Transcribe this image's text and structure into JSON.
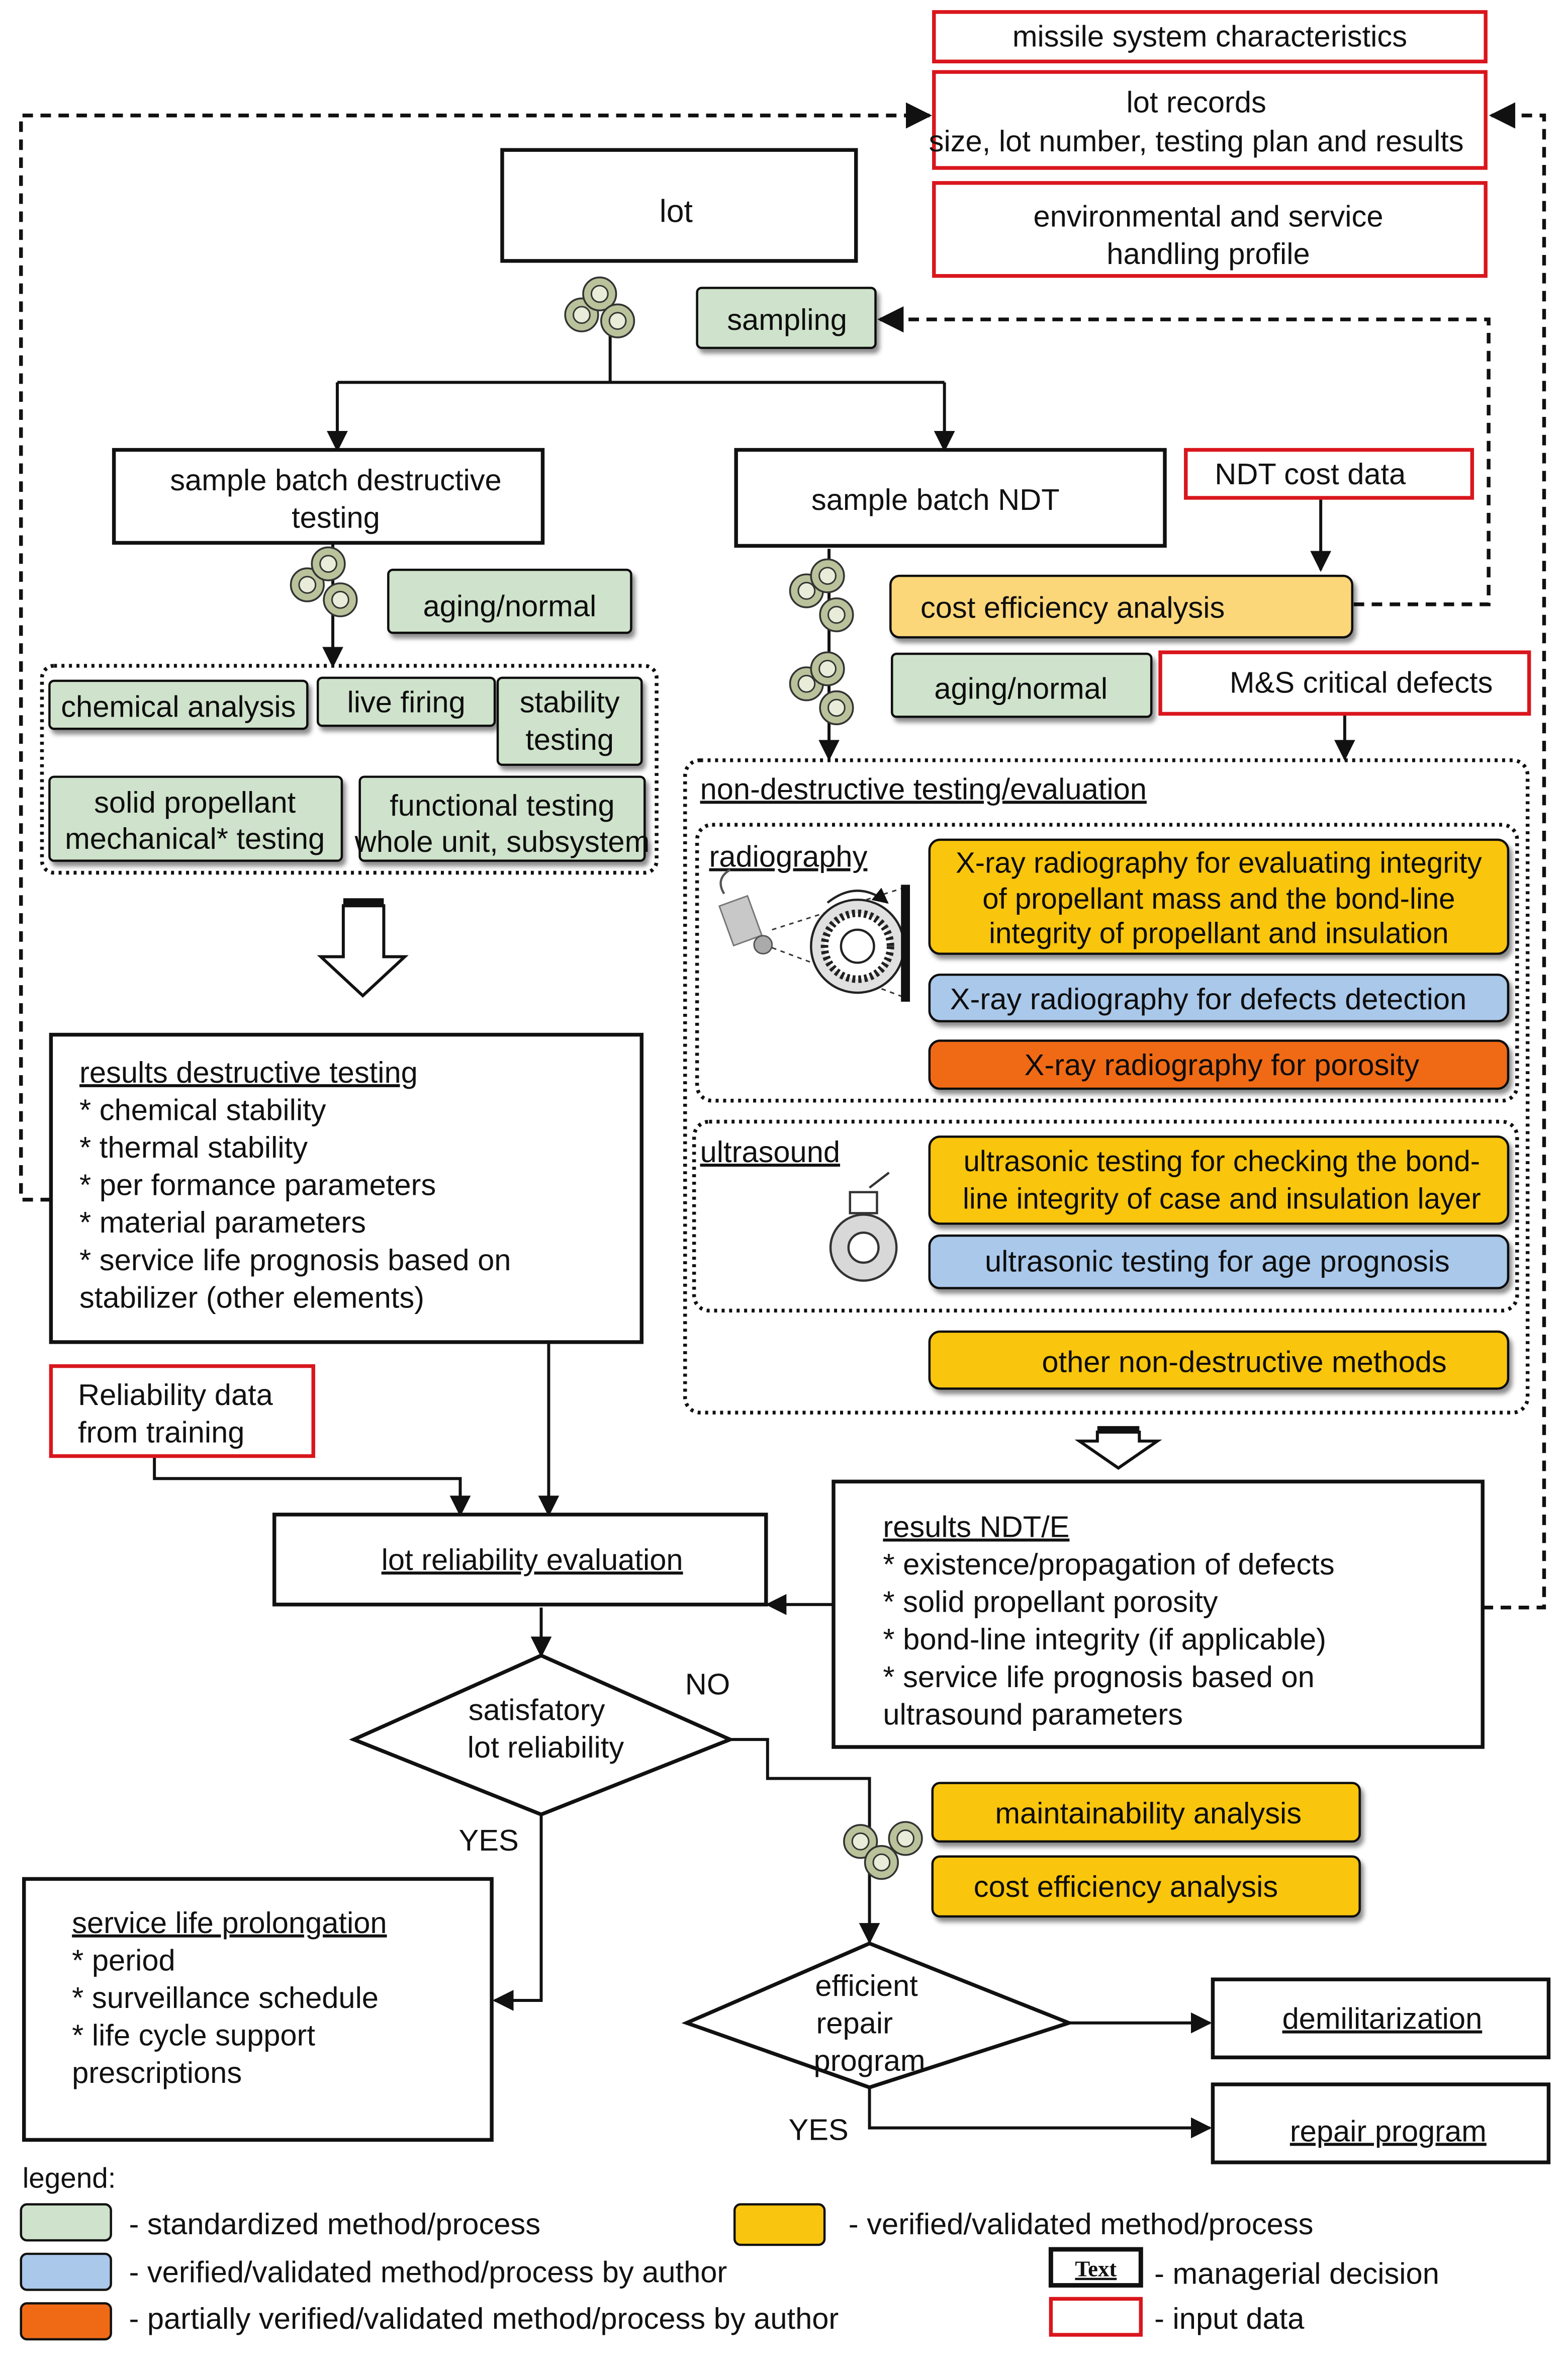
{
  "inputs": {
    "missile_system": "missile system characteristics",
    "lot_records": [
      "lot records",
      "size, lot number, testing plan and results"
    ],
    "env_profile": [
      "environmental and service",
      "handling profile"
    ],
    "ndt_cost": "NDT cost data",
    "ms_defects": "M&S critical defects",
    "reliability_training": [
      "Reliability data",
      "from training"
    ]
  },
  "nodes": {
    "lot": "lot",
    "sampling": "sampling",
    "destructive": [
      "sample batch destructive",
      "testing"
    ],
    "ndt": "sample batch NDT",
    "aging_left": "aging/normal",
    "aging_right": "aging/normal",
    "cost_eff_top": "cost efficiency analysis",
    "chemical_analysis": "chemical analysis",
    "live_firing": "live firing",
    "stability_testing": [
      "stability",
      "testing"
    ],
    "solid_propellant": [
      "solid propellant",
      "mechanical* testing"
    ],
    "functional_testing": [
      "functional testing",
      "whole unit, subsystem"
    ],
    "ndt_group_title": "non-destructive testing/evaluation",
    "radiography_title": "radiography",
    "xray_integrity": [
      "X-ray radiography for evaluating integrity",
      "of propellant mass and the bond-line",
      "integrity of propellant and insulation"
    ],
    "xray_defects": "X-ray radiography for defects detection",
    "xray_porosity": "X-ray radiography for porosity",
    "ultrasound_title": "ultrasound",
    "ut_bondline": [
      "ultrasonic testing for checking the bond-",
      "line integrity of case and insulation layer"
    ],
    "ut_age": "ultrasonic testing for age prognosis",
    "other_ndt": "other non-destructive methods",
    "results_destructive_title": "results destructive testing",
    "results_destructive_items": [
      "* chemical stability",
      "* thermal stability",
      "* per formance parameters",
      "* material parameters",
      "* service life prognosis based on",
      "stabilizer (other elements)"
    ],
    "results_ndt_title": "results NDT/E",
    "results_ndt_items": [
      "* existence/propagation of defects",
      "* solid propellant porosity",
      "* bond-line integrity (if applicable)",
      "* service life prognosis based on",
      "ultrasound parameters"
    ],
    "lot_reliability": "lot reliability evaluation",
    "decision_reliability": [
      "satisfatory",
      "lot reliability"
    ],
    "no_label": "NO",
    "yes_label_1": "YES",
    "maintainability": "maintainability analysis",
    "cost_eff_bottom": "cost efficiency analysis",
    "decision_repair": [
      "efficient",
      "repair",
      "program"
    ],
    "yes_label_2": "YES",
    "demilitarization": "demilitarization",
    "repair_program": "repair program",
    "service_life_title": "service life prolongation",
    "service_life_items": [
      "* period",
      "* surveillance schedule",
      "* life cycle support",
      "prescriptions"
    ]
  },
  "legend": {
    "title": "legend:",
    "green": "- standardized method/process",
    "blue": "- verified/validated method/process by author",
    "orange": "- partially verified/validated method/process by author",
    "yellow": "- verified/validated method/process",
    "managerial": "- managerial decision",
    "input": "- input data",
    "text_icon": "Text"
  },
  "colors": {
    "green": "#cfe2cb",
    "yellow": "#f9c50f",
    "light_yellow": "#fcd77a",
    "blue": "#a9c8ea",
    "orange": "#f06a16",
    "input_border": "#d9161d"
  }
}
